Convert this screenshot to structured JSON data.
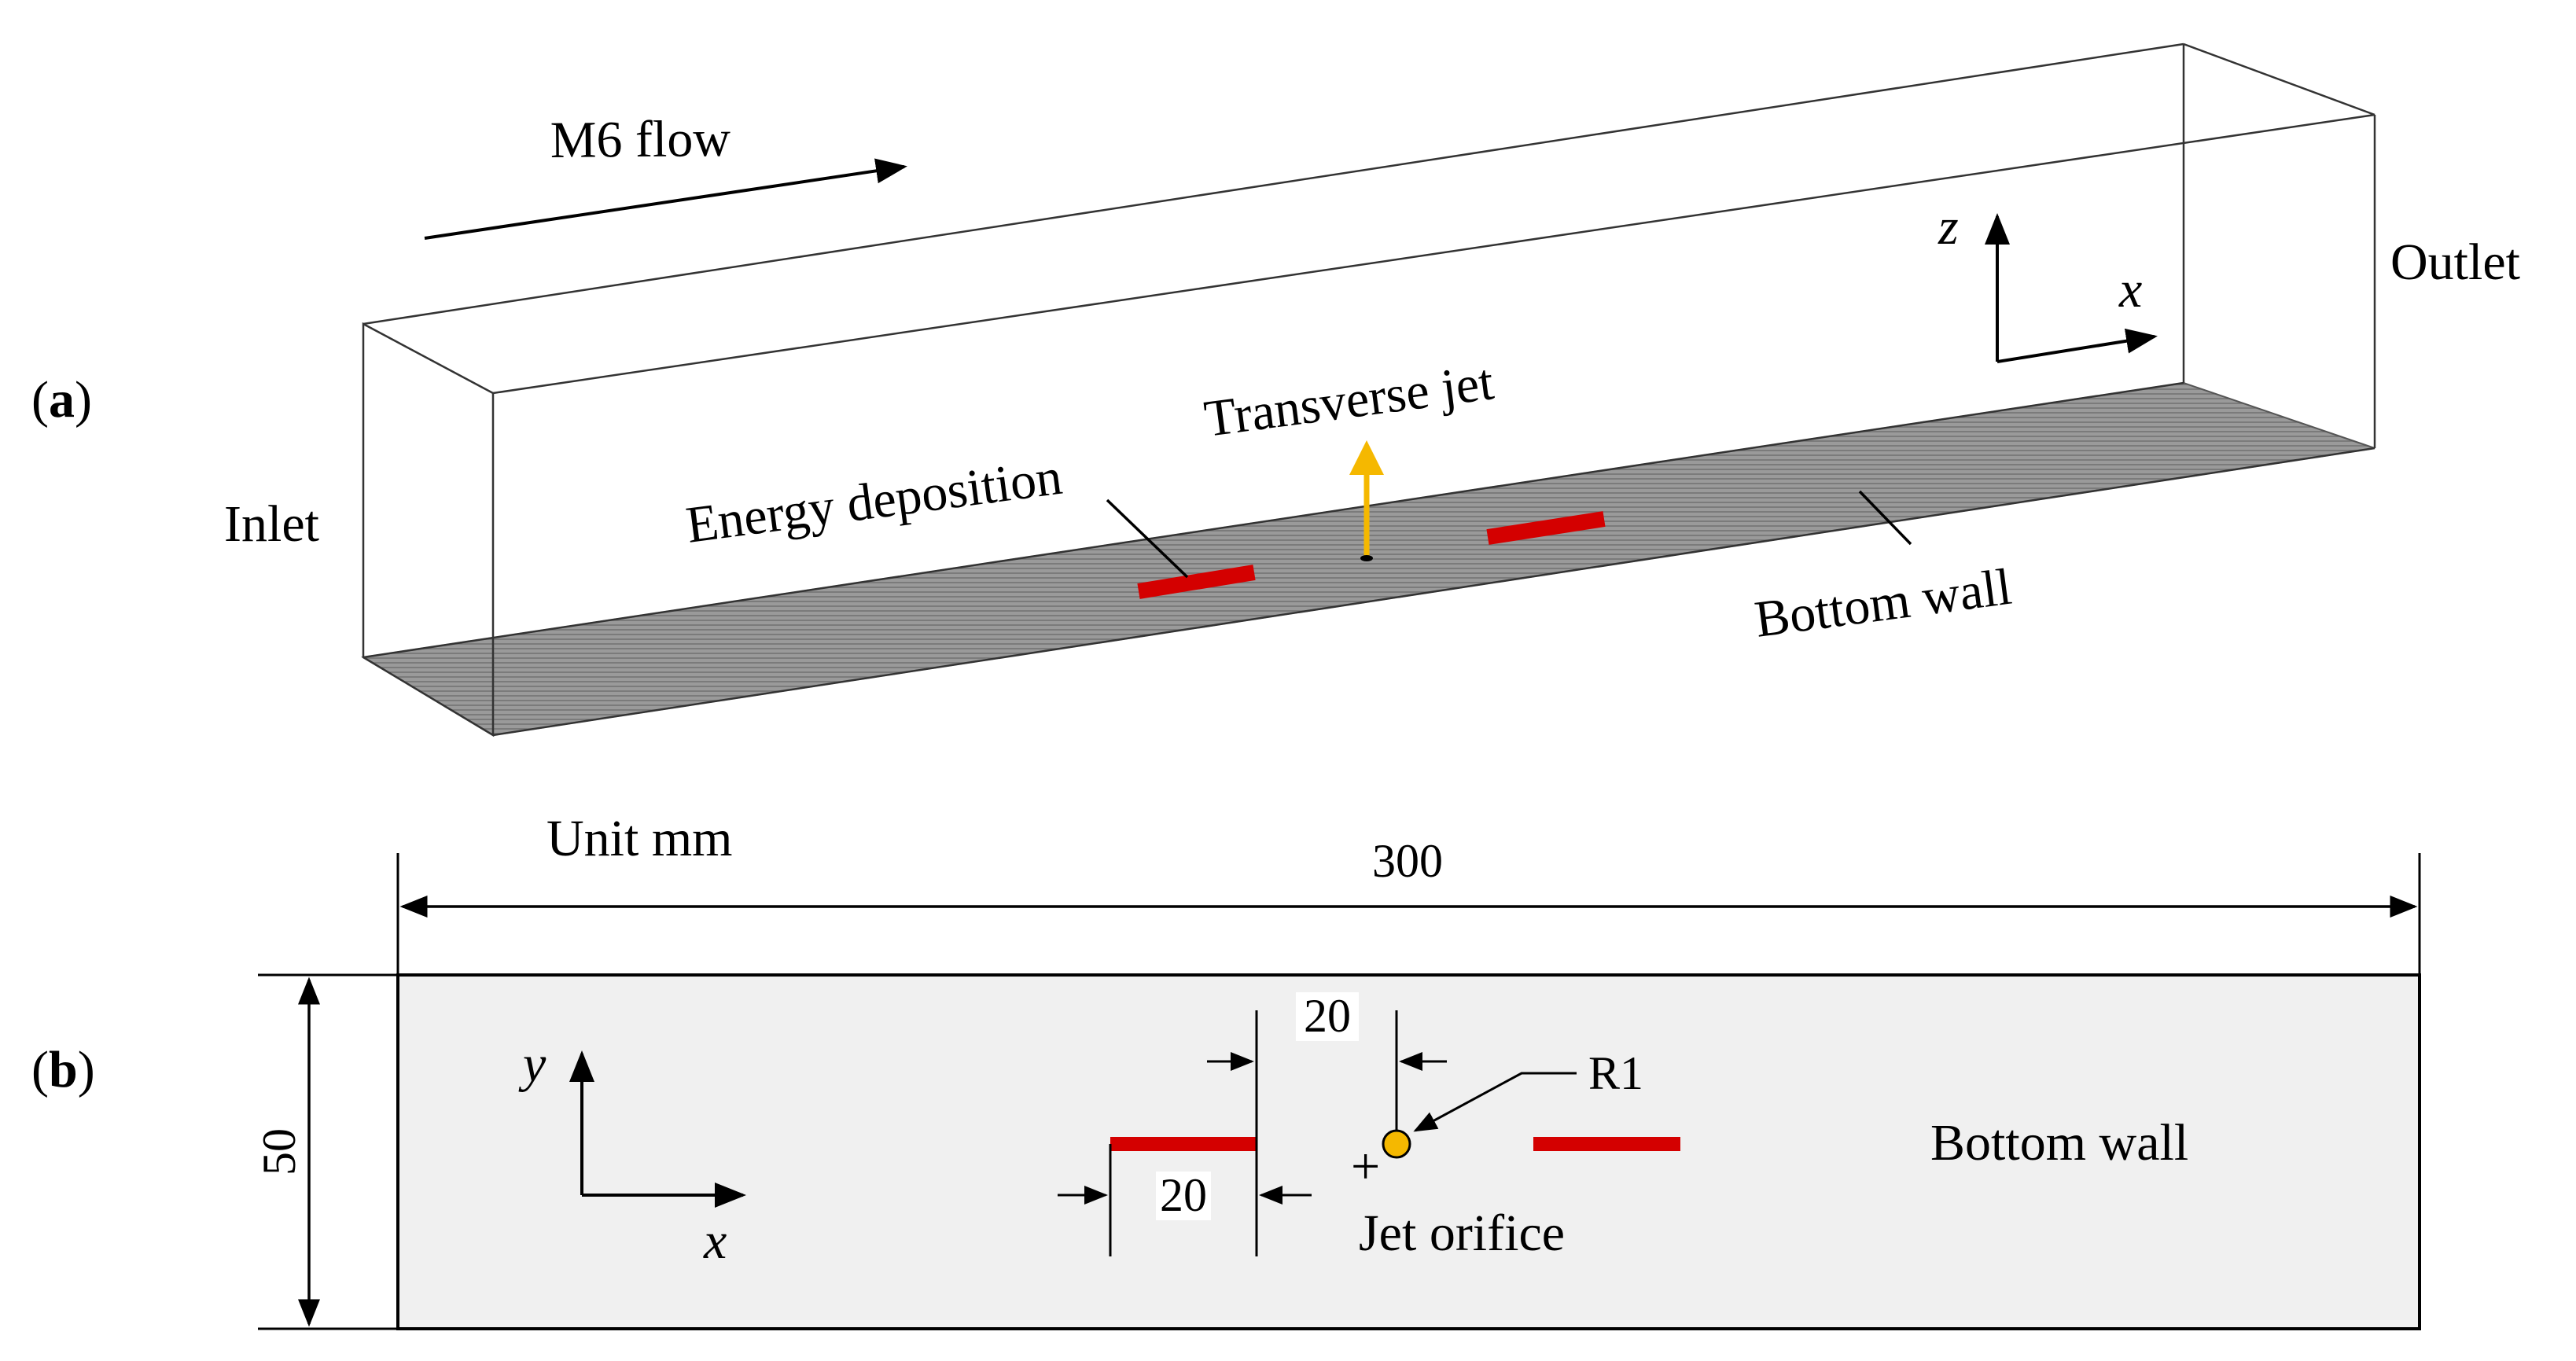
{
  "panel_a": {
    "tag_open": "(",
    "tag_letter": "a",
    "tag_close": ")",
    "flow_label": "M6 flow",
    "inlet_label": "Inlet",
    "outlet_label": "Outlet",
    "energy_label": "Energy deposition",
    "jet_label": "Transverse jet",
    "wall_label": "Bottom wall",
    "axis_z": "z",
    "axis_x": "x"
  },
  "panel_b": {
    "tag_open": "(",
    "tag_letter": "b",
    "tag_close": ")",
    "unit_label": "Unit mm",
    "length_value": "300",
    "width_value": "50",
    "dim_top": "20",
    "dim_bottom": "20",
    "radius_label": "R1",
    "orifice_label": "Jet orifice",
    "wall_label": "Bottom wall",
    "plus_mark": "+",
    "axis_y": "y",
    "axis_x": "x"
  },
  "colors": {
    "energy_deposition": "#d40000",
    "jet": "#f5b800",
    "wall_dark": "#8a8a8a",
    "plate_fill": "#f0f0f0"
  }
}
